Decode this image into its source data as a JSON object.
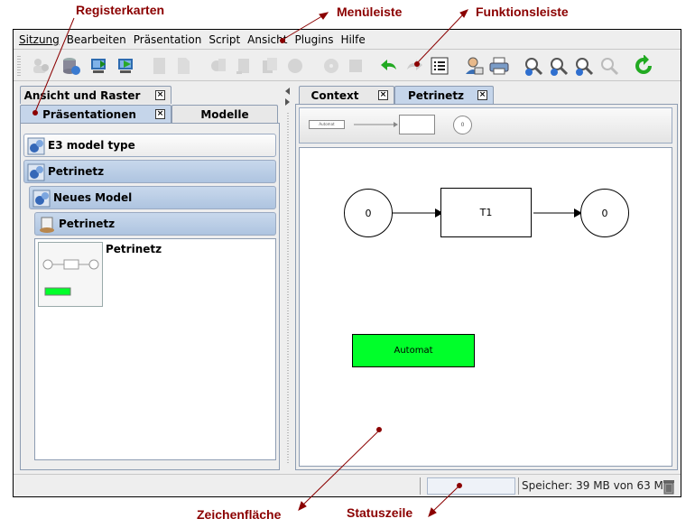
{
  "annotations": {
    "registerkarten": "Registerkarten",
    "menueleiste": "Menüleiste",
    "funktionsleiste": "Funktionsleiste",
    "zeichenflaeche": "Zeichenfläche",
    "statuszeile": "Statuszeile"
  },
  "menu": [
    "Sitzung",
    "Bearbeiten",
    "Präsentation",
    "Script",
    "Ansicht",
    "Plugins",
    "Hilfe"
  ],
  "left_tabs": {
    "top": "Ansicht und Raster",
    "selected": "Präsentationen",
    "other": "Modelle",
    "close_glyph": "×"
  },
  "tree": {
    "row1": "E3 model type",
    "row2": "Petrinetz",
    "row3": "Neues Model",
    "row4": "Petrinetz",
    "thumb_label": "Petrinetz"
  },
  "right_tabs": {
    "tab1": "Context",
    "tab2": "Petrinetz",
    "close_glyph": "×"
  },
  "palette": {
    "automat_label": "Automat",
    "place_label": "0"
  },
  "diagram": {
    "place_left": "0",
    "transition": "T1",
    "place_right": "0",
    "automat": "Automat"
  },
  "status": {
    "memory_label": "Speicher: 39 MB  von 63 MB"
  },
  "colors": {
    "annotation": "#8b0000",
    "selected_tab": "#c5d5ea",
    "automat_green": "#00ff2a",
    "arrow_green": "#22aa22"
  }
}
